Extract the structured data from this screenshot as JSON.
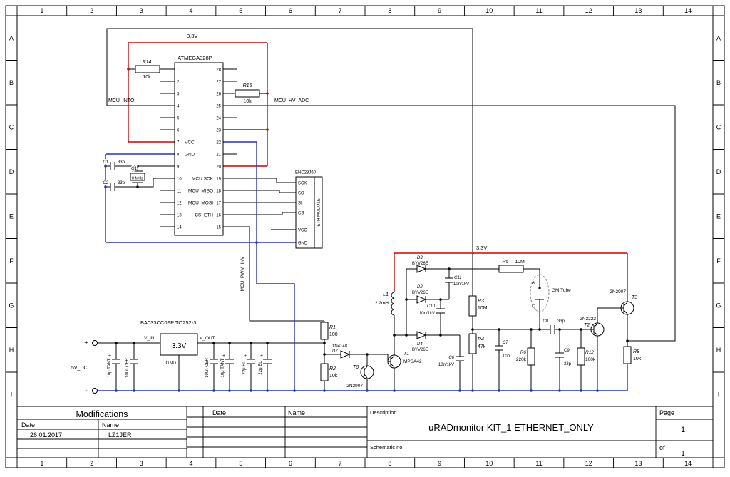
{
  "grid": {
    "cols": [
      "1",
      "2",
      "3",
      "4",
      "5",
      "6",
      "7",
      "8",
      "9",
      "10",
      "11",
      "12",
      "13",
      "14"
    ],
    "rows": [
      "A",
      "B",
      "C",
      "D",
      "E",
      "F",
      "G",
      "H",
      "I"
    ]
  },
  "mcu": {
    "title": "ATMEGA328P",
    "left_pins": [
      "1",
      "2",
      "3",
      "4",
      "5",
      "6",
      "7",
      "8",
      "9",
      "10",
      "11",
      "12",
      "13",
      "14"
    ],
    "right_pins": [
      "28",
      "27",
      "26",
      "25",
      "24",
      "23",
      "22",
      "21",
      "20",
      "19",
      "18",
      "17",
      "16",
      "15"
    ],
    "vcc": "VCC",
    "gnd": "GND",
    "sck": "MCU SCK",
    "miso": "MCU_MISO",
    "mosi": "MCU_MOSI",
    "cs_eth": "CS_ETH"
  },
  "eth": {
    "title": "ENC28J60",
    "module": "ETH MODULE",
    "pins": [
      "SCK",
      "SO",
      "SI",
      "CS",
      "VCC",
      "GND"
    ]
  },
  "nets": {
    "v33_top": "3.3V",
    "v33_hv": "3.3V",
    "into": "MCU_INTO",
    "hv_adc": "MCU_HV_ADC",
    "pwm_inv": "MCU_PWM_INV"
  },
  "components": {
    "r14": {
      "ref": "R14",
      "val": "10k"
    },
    "r15": {
      "ref": "R15",
      "val": "10k"
    },
    "c1": {
      "ref": "C1",
      "val": "33p"
    },
    "c2": {
      "ref": "C2",
      "val": "33p"
    },
    "q1": {
      "ref": "Q1",
      "val": "8 MHz"
    },
    "r1": {
      "ref": "R1",
      "val": "100"
    },
    "r2": {
      "ref": "R2",
      "val": "10k"
    },
    "d7": {
      "ref": "D7",
      "val": "1N4148"
    },
    "t6": {
      "ref": "T6",
      "val": "2N2907"
    },
    "t1": {
      "ref": "T1",
      "val": "MPSA42"
    },
    "l1": {
      "ref": "L1",
      "val": "2.2mH"
    },
    "d3": {
      "ref": "D3",
      "val": "BYV26E"
    },
    "d2": {
      "ref": "D2",
      "val": "BYV26E"
    },
    "d4": {
      "ref": "D4",
      "val": "BYV26E"
    },
    "c11": {
      "ref": "C11",
      "val": "10n/1kV"
    },
    "c10": {
      "ref": "C10",
      "val": "10n/1kV"
    },
    "c6": {
      "ref": "C6",
      "val": "10n/1kV"
    },
    "r3": {
      "ref": "R3",
      "val": "10M"
    },
    "r5": {
      "ref": "R5",
      "val": "10M"
    },
    "r4": {
      "ref": "R4",
      "val": "47k"
    },
    "c7": {
      "ref": "C7",
      "val": "10n"
    },
    "gm": {
      "label": "GM Tube",
      "anode": "A",
      "cathode": "C"
    },
    "r6": {
      "ref": "R6",
      "val": "220k"
    },
    "c8": {
      "ref": "C8",
      "val": "33p"
    },
    "c9": {
      "ref": "C9",
      "val": "33p"
    },
    "r12": {
      "ref": "R12",
      "val": "100k"
    },
    "r8": {
      "ref": "R8",
      "val": "10k"
    },
    "t2": {
      "ref": "T2",
      "val": "2N2222"
    },
    "t3": {
      "ref": "T3",
      "val": "2N2907"
    }
  },
  "power": {
    "regulator_title": "BA033CC0FP TO252-3",
    "reg_value": "3.3V",
    "vin": "V_IN",
    "vout": "V_OUT",
    "gnd": "GND",
    "input": "5V_DC",
    "plus": "+",
    "minus": "-",
    "plus_mark": "+",
    "caps": [
      "10μ TANT",
      "100n CER",
      "100n CER",
      "10μ TANT",
      "22μ EL",
      "22μ EL"
    ]
  },
  "titleblock": {
    "modifications": "Modifications",
    "date_label": "Date",
    "name_label": "Name",
    "date_value": "26.01.2017",
    "name_value": "LZ1JER",
    "date_label2": "Date",
    "name_label2": "Name",
    "description_label": "Description",
    "description": "uRADmonitor KIT_1 ETHERNET_ONLY",
    "schematic_no_label": "Schematic no.",
    "page_label": "Page",
    "page": "1",
    "of_label": "of",
    "page_total": "1"
  }
}
